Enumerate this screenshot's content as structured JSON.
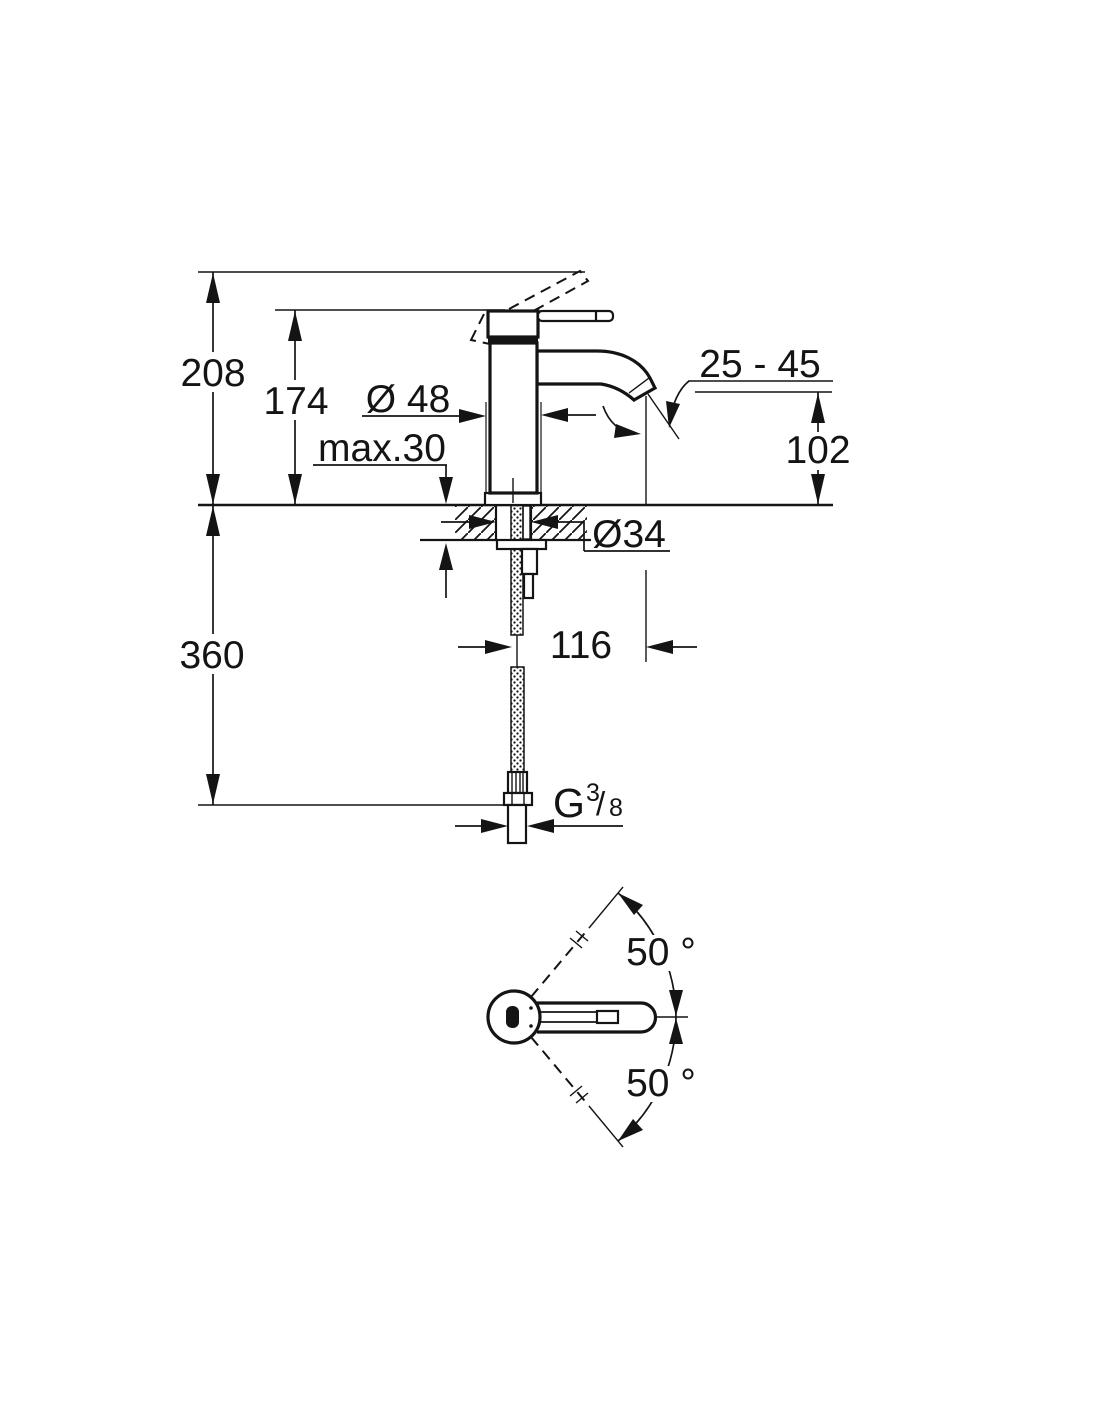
{
  "drawing": {
    "type": "faucet-installation-dimension-drawing",
    "colors": {
      "line": "#141414",
      "background": "#ffffff"
    },
    "labels": {
      "height_total": "208",
      "height_to_spout_base": "174",
      "body_diameter": "Ø 48",
      "deck_max_thickness": "max.30",
      "spout_angle_range": "25 - 45",
      "outlet_height_above_deck": "102",
      "mounting_hole_diameter": "Ø34",
      "spout_reach": "116",
      "hose_drop_length": "360",
      "thread_letter": "G",
      "thread_numerator": "3",
      "thread_slash": "/",
      "thread_denominator": "8",
      "handle_swing_upper": "50 °",
      "handle_swing_lower": "50 °"
    }
  }
}
